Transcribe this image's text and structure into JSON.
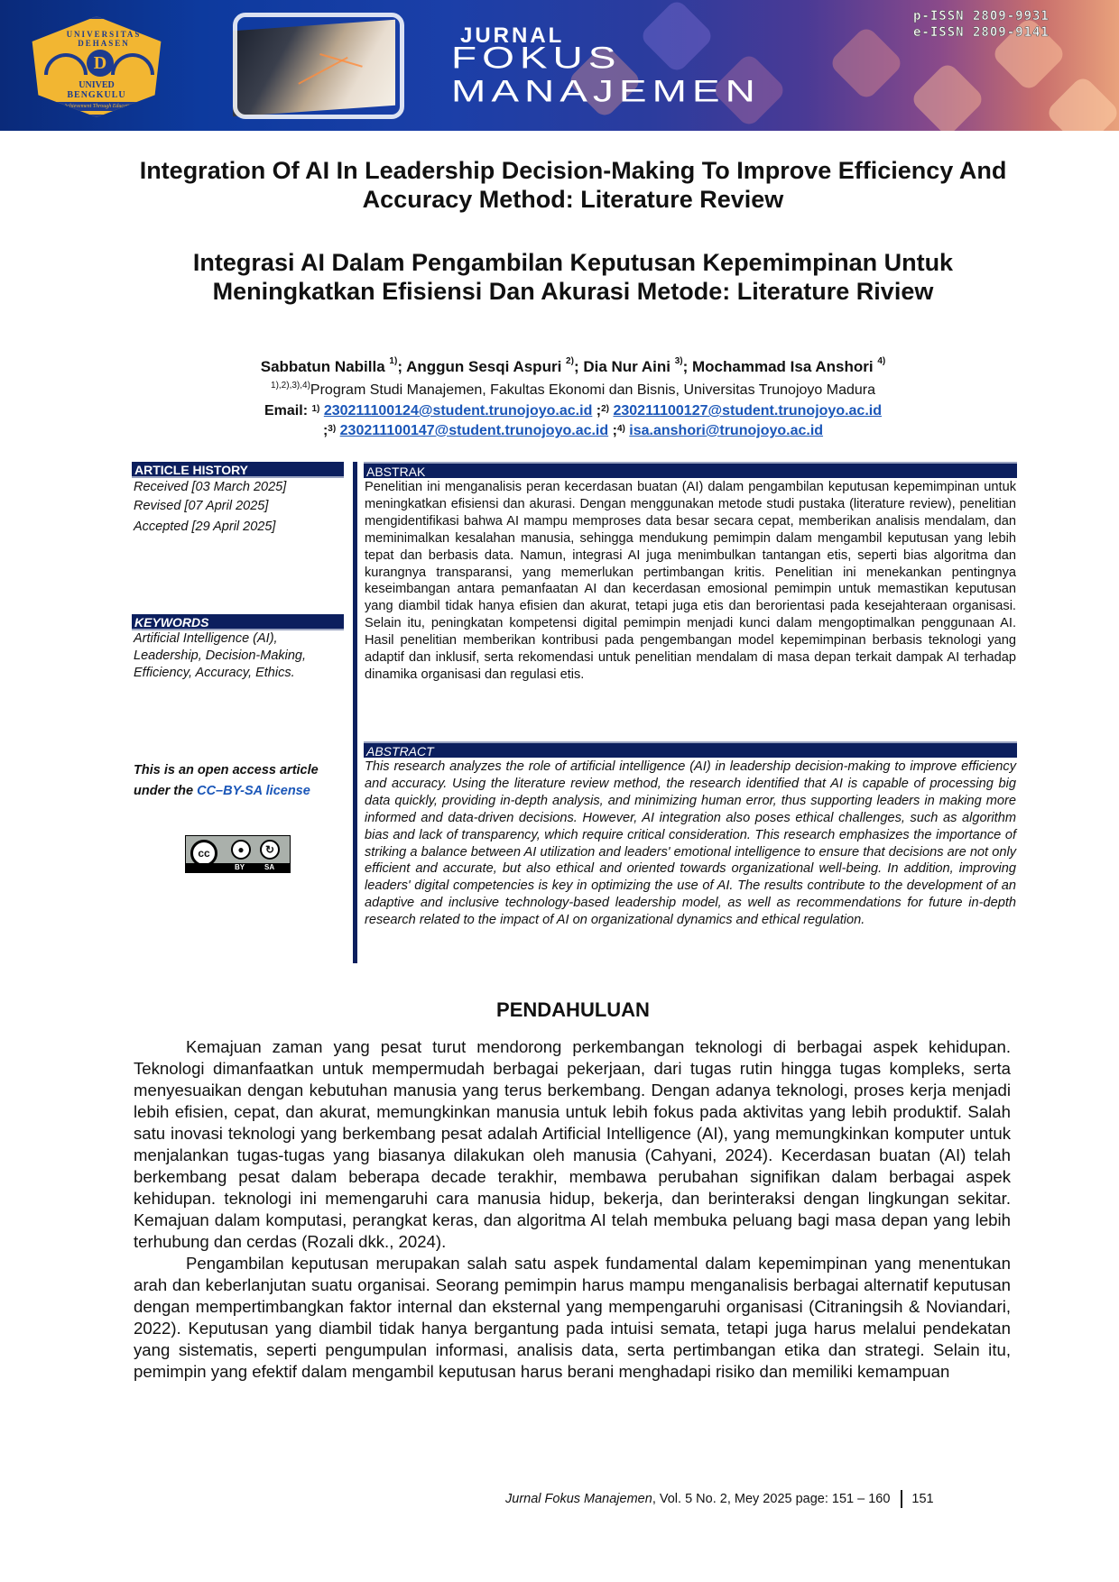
{
  "banner": {
    "university_arc": "UNIVERSITAS DEHASEN",
    "university_name_line1": "UNIVED",
    "university_name_line2": "BENGKULU",
    "university_motto": "Achievement Through Education",
    "logo_letter": "D",
    "journal_small": "JURNAL",
    "journal_line1": "FOKUS",
    "journal_line2": "MANAJEMEN",
    "p_issn": "p-ISSN 2809-9931",
    "e_issn": "e-ISSN 2809-9141",
    "colors": {
      "left": "#0a2a7a",
      "mid": "#2b3c9e",
      "right": "#e9a27c",
      "logo_yellow": "#f2b632"
    }
  },
  "title_en": "Integration Of AI In Leadership Decision-Making To Improve Efficiency And Accuracy Method: Literature Review",
  "title_id": "Integrasi AI Dalam Pengambilan Keputusan Kepemimpinan Untuk Meningkatkan Efisiensi Dan Akurasi Metode: Literature Riview",
  "authors": [
    {
      "name": "Sabbatun Nabilla",
      "mark": "1)"
    },
    {
      "name": "Anggun Sesqi Aspuri",
      "mark": "2)"
    },
    {
      "name": "Dia Nur Aini",
      "mark": "3)"
    },
    {
      "name": "Mochammad Isa Anshori",
      "mark": "4)"
    }
  ],
  "affiliation": {
    "marks": "1),2),3),4)",
    "text": "Program Studi Manajemen, Fakultas Ekonomi dan Bisnis, Universitas Trunojoyo Madura"
  },
  "email": {
    "label": "Email:",
    "items": [
      {
        "mark": "1)",
        "address": "230211100124@student.trunojoyo.ac.id"
      },
      {
        "mark": "2)",
        "address": "230211100127@student.trunojoyo.ac.id"
      },
      {
        "mark": "3)",
        "address": "230211100147@student.trunojoyo.ac.id"
      },
      {
        "mark": "4)",
        "address": "isa.anshori@trunojoyo.ac.id"
      }
    ]
  },
  "article_history": {
    "heading": "ARTICLE HISTORY",
    "received": "Received [03 March 2025]",
    "revised": "Revised [07 April 2025]",
    "accepted": "Accepted [29 April 2025]"
  },
  "keywords": {
    "heading": "KEYWORDS",
    "text": "Artificial Intelligence (AI), Leadership, Decision-Making, Efficiency, Accuracy, Ethics."
  },
  "open_access": {
    "text_before": "This is an open access article under the ",
    "link": "CC–BY-SA",
    "text_after": " license",
    "badge": {
      "cc": "cc",
      "by": "BY",
      "sa": "SA"
    }
  },
  "abstrak": {
    "heading": "ABSTRAK",
    "text": "Penelitian ini menganalisis peran kecerdasan buatan (AI) dalam pengambilan keputusan kepemimpinan untuk meningkatkan efisiensi dan akurasi. Dengan menggunakan metode studi pustaka (literature review), penelitian mengidentifikasi bahwa AI mampu memproses data besar secara cepat, memberikan analisis mendalam, dan meminimalkan kesalahan manusia, sehingga mendukung pemimpin dalam mengambil keputusan yang lebih tepat dan berbasis data. Namun, integrasi AI juga menimbulkan tantangan etis, seperti bias algoritma dan kurangnya transparansi, yang memerlukan pertimbangan kritis. Penelitian ini menekankan pentingnya keseimbangan antara pemanfaatan AI dan kecerdasan emosional pemimpin untuk memastikan keputusan yang diambil tidak hanya efisien dan akurat, tetapi juga etis dan berorientasi pada kesejahteraan organisasi. Selain itu, peningkatan kompetensi digital pemimpin menjadi kunci dalam mengoptimalkan penggunaan AI. Hasil penelitian memberikan kontribusi pada pengembangan model kepemimpinan berbasis teknologi yang adaptif dan inklusif, serta rekomendasi untuk penelitian mendalam di masa depan terkait dampak AI terhadap dinamika organisasi dan regulasi etis."
  },
  "abstract": {
    "heading": "ABSTRACT",
    "text": "This research analyzes the role of artificial intelligence (AI) in leadership decision-making to improve efficiency and accuracy. Using the literature review method, the research identified that AI is capable of processing big data quickly, providing in-depth analysis, and minimizing human error, thus supporting leaders in making more informed and data-driven decisions. However, AI integration also poses ethical challenges, such as algorithm bias and lack of transparency, which require critical consideration. This research emphasizes the importance of striking a balance between AI utilization and leaders' emotional intelligence to ensure that decisions are not only efficient and accurate, but also ethical and oriented towards organizational well-being. In addition, improving leaders' digital competencies is key in optimizing the use of AI. The results contribute to the development of an adaptive and inclusive technology-based leadership model, as well as recommendations for future in-depth research related to the impact of AI on organizational dynamics and ethical regulation."
  },
  "section": {
    "heading": "PENDAHULUAN",
    "paragraphs": [
      "Kemajuan zaman yang pesat turut mendorong perkembangan teknologi di berbagai aspek kehidupan. Teknologi dimanfaatkan untuk mempermudah berbagai pekerjaan, dari tugas rutin hingga tugas kompleks, serta menyesuaikan dengan kebutuhan manusia yang terus berkembang. Dengan adanya teknologi, proses kerja menjadi lebih efisien, cepat, dan akurat, memungkinkan manusia untuk lebih fokus pada aktivitas yang lebih produktif. Salah satu inovasi teknologi yang berkembang pesat adalah Artificial Intelligence (AI), yang memungkinkan komputer untuk menjalankan tugas-tugas yang biasanya dilakukan oleh manusia (Cahyani, 2024). Kecerdasan buatan (AI) telah berkembang pesat dalam beberapa decade terakhir, membawa perubahan signifikan dalam berbagai aspek kehidupan. teknologi ini memengaruhi cara manusia hidup, bekerja, dan berinteraksi dengan lingkungan sekitar. Kemajuan dalam komputasi, perangkat keras, dan algoritma AI telah membuka peluang bagi masa depan yang lebih terhubung dan cerdas (Rozali dkk., 2024).",
      "Pengambilan keputusan merupakan salah satu aspek fundamental dalam kepemimpinan yang menentukan arah dan keberlanjutan suatu organisai. Seorang pemimpin harus mampu menganalisis berbagai alternatif keputusan dengan mempertimbangkan faktor internal dan eksternal yang mempengaruhi organisasi (Citraningsih & Noviandari, 2022). Keputusan yang diambil tidak hanya bergantung pada intuisi semata, tetapi juga harus melalui pendekatan yang sistematis, seperti pengumpulan informasi, analisis data, serta pertimbangan etika dan strategi. Selain itu, pemimpin yang efektif dalam mengambil keputusan harus berani menghadapi risiko dan memiliki kemampuan"
    ]
  },
  "footer": {
    "journal": "Jurnal Fokus Manajemen",
    "details": ", Vol. 5  No. 2, Mey 2025  page: 151  – 160",
    "page_number": "151"
  }
}
